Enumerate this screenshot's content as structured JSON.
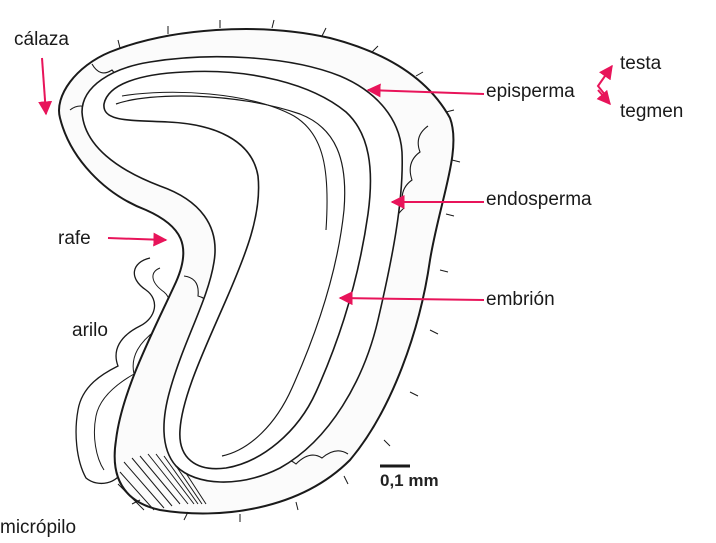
{
  "labels": {
    "chalaza": "cálaza",
    "raphe": "rafe",
    "aril": "arilo",
    "micropyle": "micrópilo",
    "episperm": "episperma",
    "testa": "testa",
    "tegmen": "tegmen",
    "endosperm": "endosperma",
    "embryo": "embrión"
  },
  "scale_bar": {
    "text": "0,1 mm"
  },
  "colors": {
    "arrow": "#e8145a",
    "line": "#1a1a1a",
    "background": "#ffffff"
  }
}
